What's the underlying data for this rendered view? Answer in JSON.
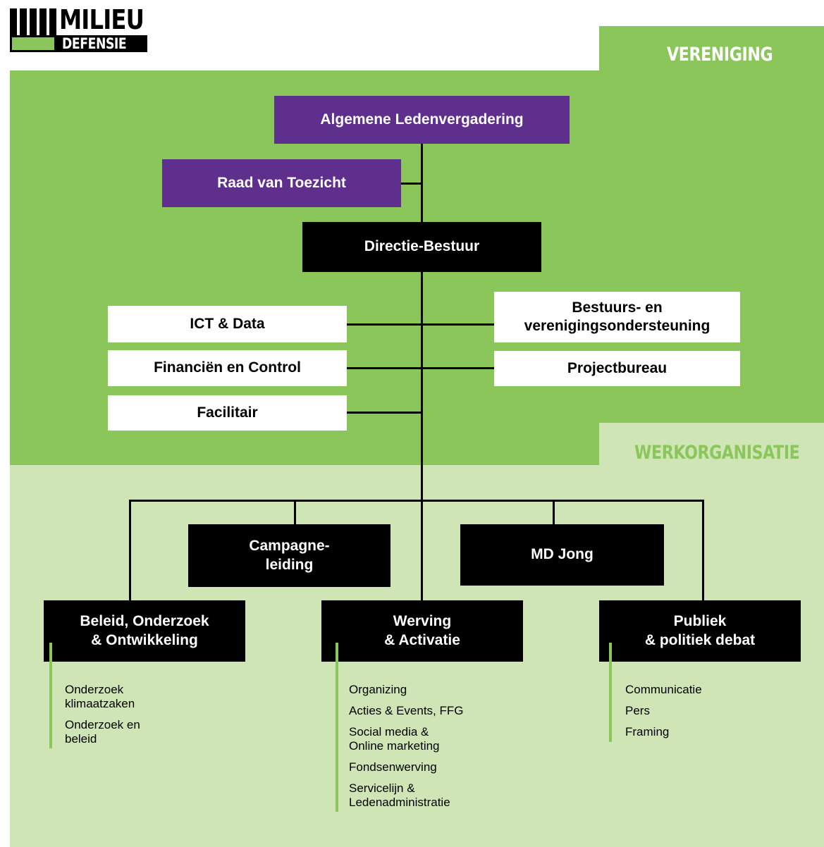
{
  "logo": {
    "line1": "MILIEU",
    "line2": "DEFENSIE"
  },
  "zones": {
    "top": "VERENIGING",
    "bottom": "WERKORGANISATIE"
  },
  "colors": {
    "purple": "#5f2f8e",
    "green": "#8bc65b",
    "light_green": "#cfe5b6",
    "black": "#000000"
  },
  "nodes": {
    "alv": "Algemene Ledenvergadering",
    "rvt": "Raad van Toezicht",
    "directie": "Directie-Bestuur",
    "ict": "ICT & Data",
    "financien": "Financiën en Control",
    "facilitair": "Facilitair",
    "bestuurs": "Bestuurs- en\nverenigingsondersteuning",
    "project": "Projectbureau",
    "campagne": "Campagne-\nleiding",
    "mdjong": "MD Jong",
    "beleid": "Beleid, Onderzoek\n& Ontwikkeling",
    "werving": "Werving\n& Activatie",
    "publiek": "Publiek\n& politiek debat"
  },
  "subunits": {
    "beleid": [
      "Onderzoek\nklimaatzaken",
      "Onderzoek en\nbeleid"
    ],
    "werving": [
      "Organizing",
      "Acties & Events, FFG",
      "Social media &\nOnline marketing",
      "Fondsenwerving",
      "Servicelijn &\nLedenadministratie"
    ],
    "publiek": [
      "Communicatie",
      "Pers",
      "Framing"
    ]
  }
}
